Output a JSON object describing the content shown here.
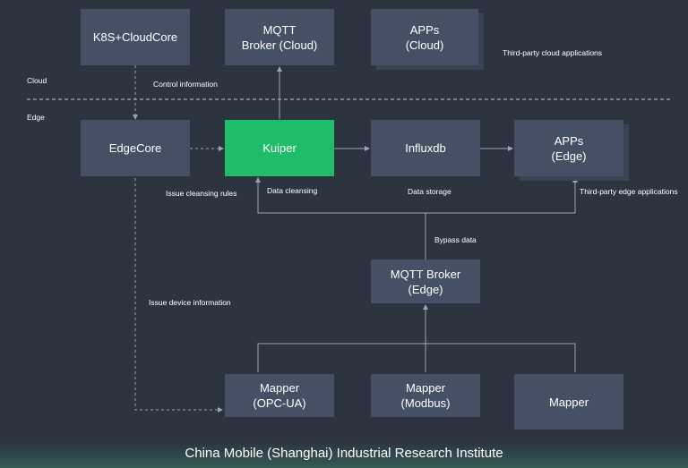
{
  "zones": {
    "cloud": "Cloud",
    "edge": "Edge"
  },
  "boxes": {
    "k8s": "K8S+CloudCore",
    "mqtt_cloud": "MQTT\nBroker (Cloud)",
    "apps_cloud": "APPs\n(Cloud)",
    "edgecore": "EdgeCore",
    "kuiper": "Kuiper",
    "influxdb": "Influxdb",
    "apps_edge": "APPs\n(Edge)",
    "mqtt_edge": "MQTT Broker\n(Edge)",
    "mapper_opcua": "Mapper\n(OPC-UA)",
    "mapper_modbus": "Mapper\n(Modbus)",
    "mapper": "Mapper"
  },
  "labels": {
    "third_party_cloud": "Third-party cloud applications",
    "control_info": "Control information",
    "issue_cleansing": "Issue cleansing rules",
    "data_cleansing": "Data cleansing",
    "data_storage": "Data storage",
    "third_party_edge": "Third-party edge applications",
    "bypass_data": "Bypass data",
    "issue_device": "Issue device information"
  },
  "footer": "China Mobile (Shanghai) Industrial Research Institute",
  "colors": {
    "background": "#2c3440",
    "box": "#465064",
    "accent": "#1dbd6a",
    "line": "#9aa3b0"
  }
}
